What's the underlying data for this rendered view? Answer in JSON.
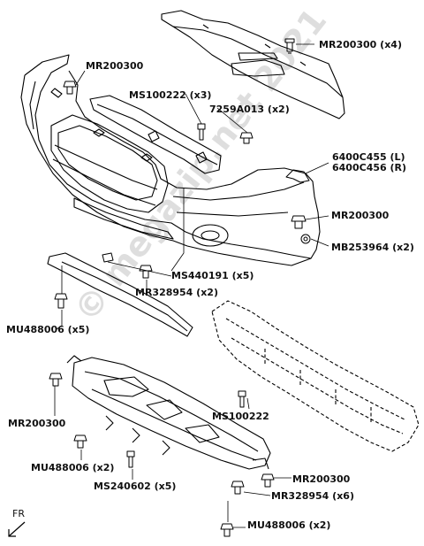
{
  "labels": {
    "mr200300_x4": "MR200300 (x4)",
    "mr200300_left_top": "MR200300",
    "ms100222_x3": "MS100222 (x3)",
    "c7259a013_x2": "7259A013 (x2)",
    "c6400c455_l": "6400C455 (L)",
    "c6400c456_r": "6400C456 (R)",
    "mr200300_right": "MR200300",
    "mb253964_x2": "MB253964 (x2)",
    "ms440191_x5": "MS440191 (x5)",
    "mr328954_x2": "MR328954 (x2)",
    "mu488006_x5": "MU488006 (x5)",
    "ms100222": "MS100222",
    "mr200300_left_bottom": "MR200300",
    "mu488006_x2_left": "MU488006 (x2)",
    "ms240602_x5": "MS240602 (x5)",
    "mr200300_bottom": "MR200300",
    "mr328954_x6": "MR328954 (x6)",
    "mu488006_x2_bottom": "MU488006 (x2)"
  },
  "orientation": {
    "text": "FR",
    "arrow_icon": "arrow-down-left-icon"
  },
  "watermark": "© megazip.net 2021"
}
